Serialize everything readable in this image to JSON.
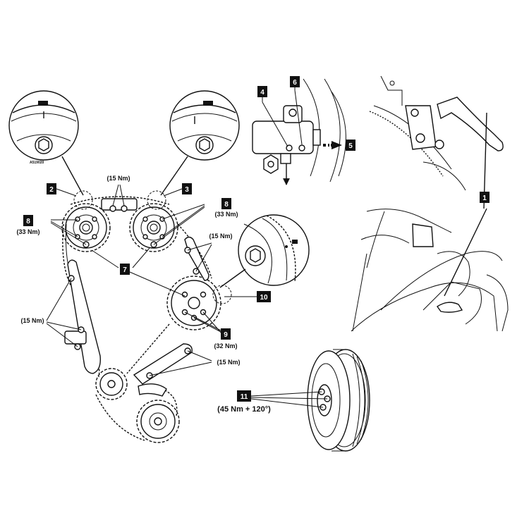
{
  "callouts": {
    "c1": "1",
    "c2": "2",
    "c3": "3",
    "c4": "4",
    "c5": "5",
    "c6": "6",
    "c7": "7",
    "c8a": "8",
    "c8b": "8",
    "c9": "9",
    "c10": "10",
    "c11": "11"
  },
  "torques": {
    "t_top": "(15 Nm)",
    "t_8a": "(33 Nm)",
    "t_8b": "(33 Nm)",
    "t_right_guide": "(15 Nm)",
    "t_left_guide": "(15 Nm)",
    "t_9": "(32 Nm)",
    "t_lower": "(15 Nm)",
    "t_11": "(45 Nm + 120°)"
  },
  "figure_code": "A519020"
}
